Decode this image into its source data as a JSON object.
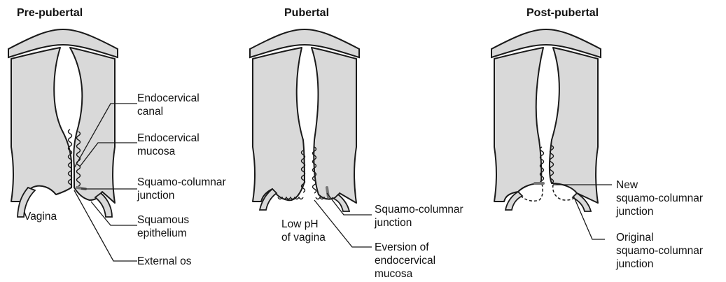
{
  "panels": {
    "pre": {
      "title": "Pre-pubertal",
      "labels": {
        "endocervical_canal": "Endocervical\ncanal",
        "endocervical_mucosa": "Endocervical\nmucosa",
        "squamo_columnar_junction": "Squamo-columnar\njunction",
        "squamous_epithelium": "Squamous\nepithelium",
        "vagina": "Vagina",
        "external_os": "External os"
      }
    },
    "pubertal": {
      "title": "Pubertal",
      "labels": {
        "squamo_columnar_junction": "Squamo-columnar\njunction",
        "low_ph": "Low pH\nof vagina",
        "eversion": "Eversion of\nendocervical\nmucosa"
      }
    },
    "post": {
      "title": "Post-pubertal",
      "labels": {
        "new_junction": "New\nsquamo-columnar\njunction",
        "original_junction": "Original\nsquamo-columnar\njunction"
      }
    }
  },
  "colors": {
    "tissue_fill": "#d9d9d9",
    "outline": "#1a1a1a",
    "junction_mark": "#777777"
  }
}
